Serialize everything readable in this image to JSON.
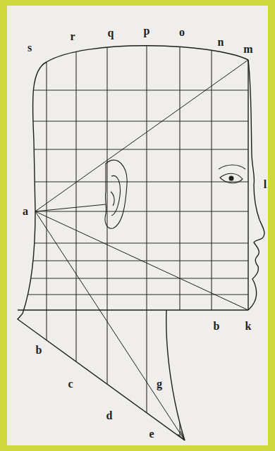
{
  "diagram": {
    "labels": [
      "s",
      "r",
      "q",
      "p",
      "o",
      "n",
      "m",
      "l",
      "a",
      "b",
      "k",
      "b",
      "c",
      "g",
      "d",
      "e"
    ]
  }
}
